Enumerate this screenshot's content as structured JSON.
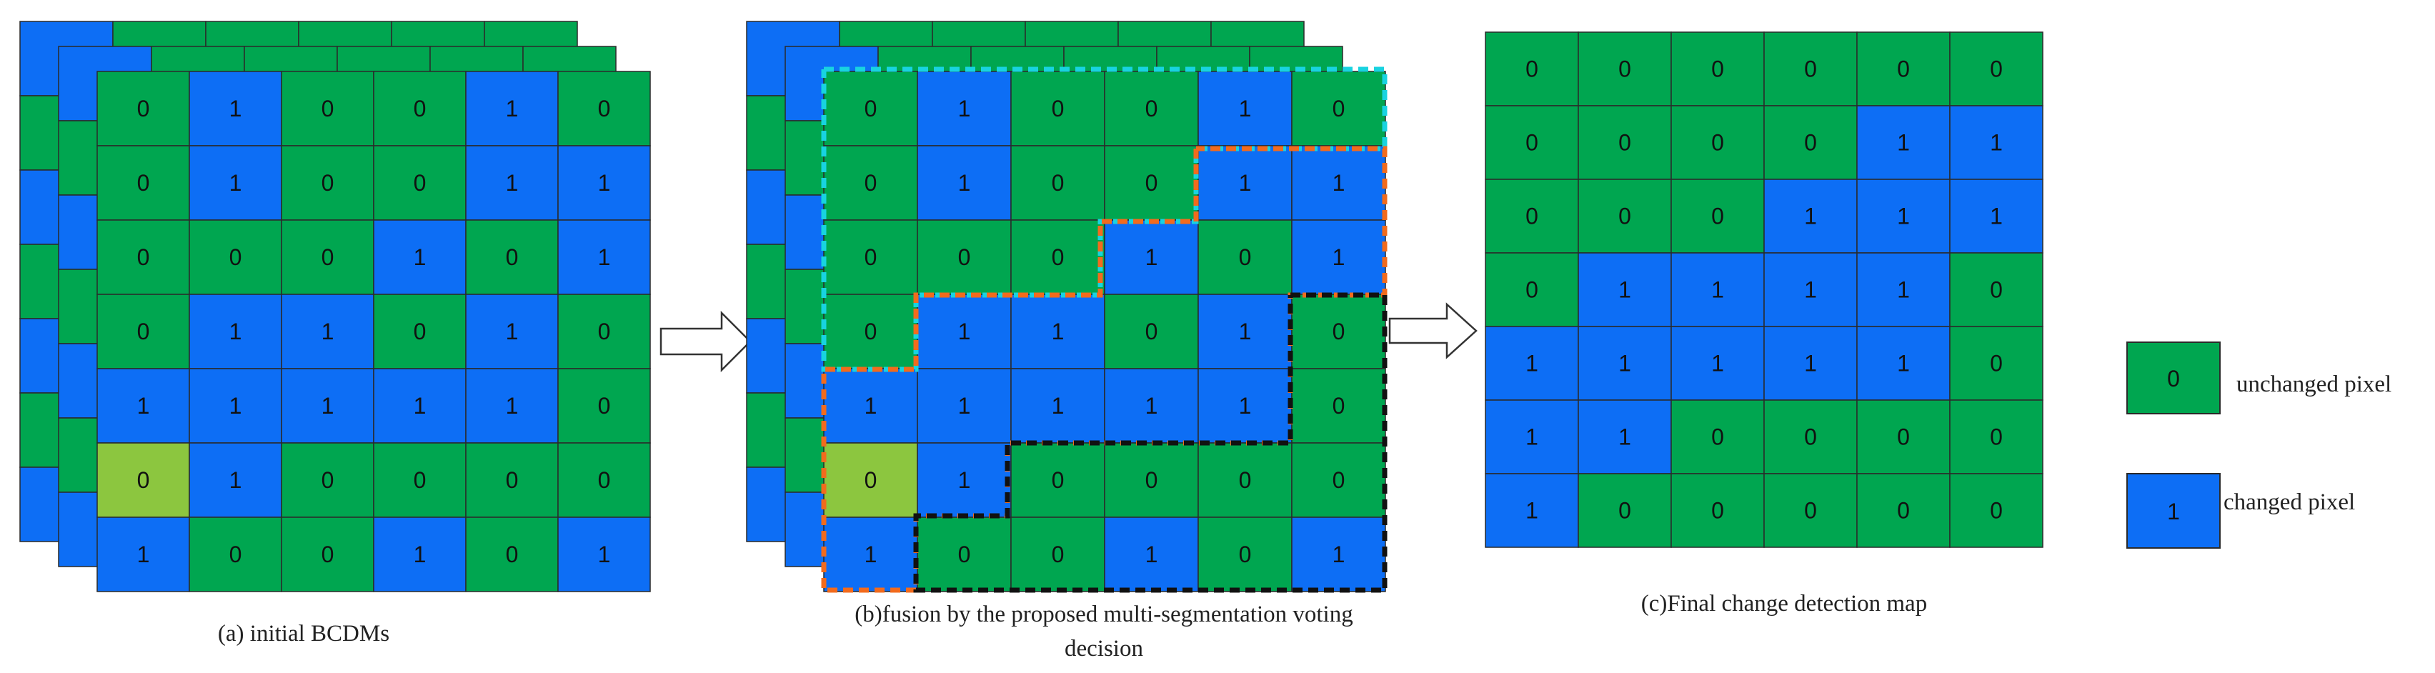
{
  "colors": {
    "unchanged": "#00A650",
    "changed": "#0D6EF5",
    "highlight": "#8CC63F",
    "grid_border": "#2a2a2a",
    "region_cyan": "#18D3E0",
    "region_orange": "#F26B1D",
    "region_black": "#111111"
  },
  "panel_a": {
    "caption": "(a) initial BCDMs",
    "grid": [
      [
        "0",
        "1",
        "0",
        "0",
        "1",
        "0"
      ],
      [
        "0",
        "1",
        "0",
        "0",
        "1",
        "1"
      ],
      [
        "0",
        "0",
        "0",
        "1",
        "0",
        "1"
      ],
      [
        "0",
        "1",
        "1",
        "0",
        "1",
        "0"
      ],
      [
        "1",
        "1",
        "1",
        "1",
        "1",
        "0"
      ],
      [
        "0",
        "1",
        "0",
        "0",
        "0",
        "0"
      ],
      [
        "1",
        "0",
        "0",
        "1",
        "0",
        "1"
      ]
    ],
    "highlight_cell": [
      5,
      0
    ]
  },
  "panel_b": {
    "caption_line1": "(b)fusion by the proposed multi-segmentation voting",
    "caption_line2": "decision",
    "grid": [
      [
        "0",
        "1",
        "0",
        "0",
        "1",
        "0"
      ],
      [
        "0",
        "1",
        "0",
        "0",
        "1",
        "1"
      ],
      [
        "0",
        "0",
        "0",
        "1",
        "0",
        "1"
      ],
      [
        "0",
        "1",
        "1",
        "0",
        "1",
        "0"
      ],
      [
        "1",
        "1",
        "1",
        "1",
        "1",
        "0"
      ],
      [
        "0",
        "1",
        "0",
        "0",
        "0",
        "0"
      ],
      [
        "1",
        "0",
        "0",
        "1",
        "0",
        "1"
      ]
    ],
    "highlight_cell": [
      5,
      0
    ]
  },
  "panel_c": {
    "caption": "(c)Final change detection map",
    "grid": [
      [
        "0",
        "0",
        "0",
        "0",
        "0",
        "0"
      ],
      [
        "0",
        "0",
        "0",
        "0",
        "1",
        "1"
      ],
      [
        "0",
        "0",
        "0",
        "1",
        "1",
        "1"
      ],
      [
        "0",
        "1",
        "1",
        "1",
        "1",
        "0"
      ],
      [
        "1",
        "1",
        "1",
        "1",
        "1",
        "0"
      ],
      [
        "1",
        "1",
        "0",
        "0",
        "0",
        "0"
      ],
      [
        "1",
        "0",
        "0",
        "0",
        "0",
        "0"
      ]
    ]
  },
  "legend": [
    {
      "value": "0",
      "label": "unchanged pixel",
      "kind": "unchanged"
    },
    {
      "value": "1",
      "label": "changed pixel",
      "kind": "changed"
    }
  ],
  "back_layer_top_row": [
    "1",
    "0",
    "0",
    "0",
    "0",
    "0"
  ]
}
